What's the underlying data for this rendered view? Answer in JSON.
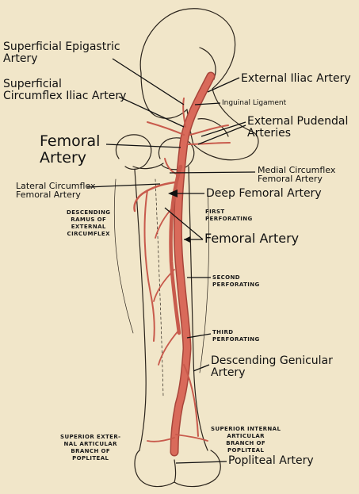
{
  "colors": {
    "paper": "#f1e6c9",
    "artery": "#d96a5a",
    "artery_shade": "#a8453a",
    "ink": "#2b241c"
  },
  "labels": {
    "superficial_epigastric": [
      "Superficial Epigastric",
      "Artery"
    ],
    "superficial_circumflex_iliac": [
      "Superficial",
      "Circumflex Iliac Artery"
    ],
    "femoral_artery_big": [
      "Femoral",
      "Artery"
    ],
    "lateral_circumflex": [
      "Lateral Circumflex",
      "Femoral Artery"
    ],
    "descending_ramus": [
      "DESCENDING",
      "RAMUS OF",
      "EXTERNAL",
      "CIRCUMFLEX"
    ],
    "external_iliac": "External Iliac Artery",
    "inguinal_ligament": "Inguinal Ligament",
    "external_pudendal": [
      "External Pudendal",
      "Arteries"
    ],
    "medial_circumflex": [
      "Medial Circumflex",
      "Femoral Artery"
    ],
    "deep_femoral": "Deep Femoral Artery",
    "first_perforating": [
      "FIRST",
      "PERFORATING"
    ],
    "femoral_artery": "Femoral Artery",
    "second_perforating": [
      "SECOND",
      "PERFORATING"
    ],
    "third_perforating": [
      "THIRD",
      "PERFORATING"
    ],
    "descending_genicular": [
      "Descending Genicular",
      "Artery"
    ],
    "superior_external_articular": [
      "SUPERIOR EXTER-",
      "NAL ARTICULAR",
      "BRANCH OF",
      "POPLITEAL"
    ],
    "superior_internal_articular": [
      "SUPERIOR INTERNAL",
      "ARTICULAR",
      "BRANCH OF",
      "POPLITEAL"
    ],
    "popliteal": "Popliteal Artery"
  }
}
